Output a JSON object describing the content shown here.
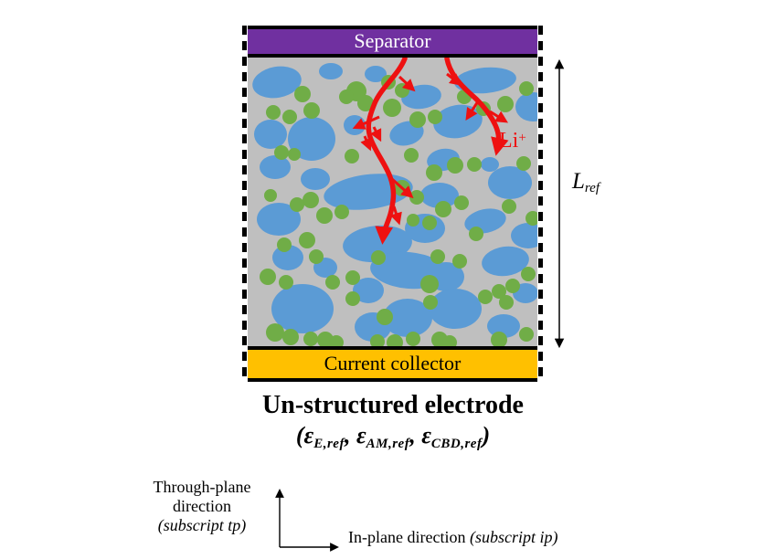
{
  "colors": {
    "separator_fill": "#7030A0",
    "collector_fill": "#FFC000",
    "electrolyte_fill": "#BFBFBF",
    "active_material": "#5B9BD5",
    "carbon_binder": "#70AD47",
    "ion_arrow": "#EE1111",
    "outline": "#000000"
  },
  "diagram": {
    "separator_label": "Separator",
    "collector_label": "Current collector",
    "ion_label": "Li",
    "ion_charge": "+",
    "length_symbol": "L",
    "length_subscript": "ref"
  },
  "caption": {
    "title": "Un-structured electrode",
    "formula": {
      "open": "(",
      "close": ")",
      "items": [
        {
          "symbol": "ε",
          "subscript": "E,ref",
          "trail": ", "
        },
        {
          "symbol": "ε",
          "subscript": "AM,ref",
          "trail": ", "
        },
        {
          "symbol": "ε",
          "subscript": "CBD,ref",
          "trail": ""
        }
      ]
    }
  },
  "axes": {
    "vertical_line1": "Through-plane",
    "vertical_line2": "direction",
    "vertical_line3": "(subscript tp)",
    "horizontal_text": "In-plane direction ",
    "horizontal_note": "(subscript ip)"
  },
  "figure": {
    "blue_particles": [
      [
        303,
        90,
        27,
        17,
        -10
      ],
      [
        362,
        78,
        13,
        9,
        0
      ],
      [
        411,
        81,
        12,
        9,
        0
      ],
      [
        531,
        88,
        34,
        14,
        -5
      ],
      [
        583,
        117,
        19,
        16,
        0
      ],
      [
        461,
        106,
        22,
        13,
        -8
      ],
      [
        341,
        152,
        26,
        24,
        0
      ],
      [
        296,
        147,
        18,
        16,
        0
      ],
      [
        501,
        133,
        27,
        18,
        -10
      ],
      [
        445,
        146,
        19,
        13,
        -15
      ],
      [
        388,
        137,
        12,
        11,
        0
      ],
      [
        301,
        183,
        17,
        13,
        0
      ],
      [
        345,
        196,
        16,
        12,
        0
      ],
      [
        403,
        210,
        49,
        19,
        -7
      ],
      [
        305,
        240,
        24,
        18,
        0
      ],
      [
        485,
        175,
        18,
        12,
        -10
      ],
      [
        558,
        200,
        24,
        18,
        0
      ],
      [
        481,
        214,
        21,
        14,
        0
      ],
      [
        413,
        267,
        38,
        20,
        -5
      ],
      [
        465,
        250,
        22,
        16,
        0
      ],
      [
        531,
        242,
        23,
        13,
        -12
      ],
      [
        578,
        258,
        19,
        14,
        0
      ],
      [
        536,
        180,
        10,
        8,
        0
      ],
      [
        315,
        282,
        17,
        14,
        0
      ],
      [
        356,
        293,
        13,
        11,
        0
      ],
      [
        447,
        296,
        42,
        20,
        5
      ],
      [
        488,
        303,
        20,
        16,
        0
      ],
      [
        331,
        338,
        34,
        27,
        0
      ],
      [
        403,
        318,
        17,
        14,
        0
      ],
      [
        408,
        358,
        20,
        16,
        0
      ],
      [
        446,
        348,
        27,
        21,
        0
      ],
      [
        498,
        338,
        29,
        22,
        0
      ],
      [
        553,
        286,
        26,
        16,
        -8
      ],
      [
        551,
        357,
        18,
        13,
        0
      ],
      [
        575,
        321,
        14,
        11,
        0
      ]
    ],
    "green_particles": [
      [
        331,
        103,
        9
      ],
      [
        299,
        123,
        8
      ],
      [
        341,
        121,
        9
      ],
      [
        390,
        100,
        11
      ],
      [
        400,
        113,
        9
      ],
      [
        379,
        106,
        8
      ],
      [
        425,
        90,
        8
      ],
      [
        429,
        118,
        10
      ],
      [
        457,
        131,
        9
      ],
      [
        476,
        128,
        8
      ],
      [
        508,
        106,
        8
      ],
      [
        529,
        119,
        8
      ],
      [
        553,
        114,
        9
      ],
      [
        576,
        97,
        8
      ],
      [
        440,
        99,
        8
      ],
      [
        317,
        128,
        8
      ],
      [
        308,
        167,
        8
      ],
      [
        322,
        169,
        7
      ],
      [
        385,
        171,
        8
      ],
      [
        450,
        170,
        8
      ],
      [
        475,
        189,
        9
      ],
      [
        498,
        181,
        9
      ],
      [
        519,
        180,
        8
      ],
      [
        573,
        179,
        8
      ],
      [
        440,
        206,
        9
      ],
      [
        456,
        216,
        8
      ],
      [
        340,
        219,
        9
      ],
      [
        325,
        224,
        8
      ],
      [
        296,
        214,
        7
      ],
      [
        355,
        236,
        9
      ],
      [
        374,
        232,
        8
      ],
      [
        485,
        229,
        9
      ],
      [
        505,
        222,
        8
      ],
      [
        470,
        244,
        8
      ],
      [
        452,
        241,
        7
      ],
      [
        521,
        256,
        8
      ],
      [
        557,
        226,
        8
      ],
      [
        583,
        239,
        8
      ],
      [
        336,
        263,
        9
      ],
      [
        311,
        268,
        8
      ],
      [
        293,
        303,
        9
      ],
      [
        313,
        309,
        8
      ],
      [
        346,
        281,
        8
      ],
      [
        364,
        309,
        8
      ],
      [
        386,
        304,
        8
      ],
      [
        386,
        327,
        8
      ],
      [
        414,
        282,
        8
      ],
      [
        421,
        347,
        9
      ],
      [
        470,
        311,
        10
      ],
      [
        471,
        331,
        8
      ],
      [
        479,
        281,
        8
      ],
      [
        503,
        286,
        8
      ],
      [
        531,
        325,
        8
      ],
      [
        546,
        319,
        8
      ],
      [
        554,
        331,
        8
      ],
      [
        561,
        313,
        8
      ],
      [
        578,
        300,
        8
      ],
      [
        301,
        364,
        10
      ],
      [
        318,
        369,
        9
      ],
      [
        340,
        371,
        8
      ],
      [
        356,
        372,
        9
      ],
      [
        368,
        375,
        8
      ],
      [
        413,
        374,
        8
      ],
      [
        432,
        375,
        9
      ],
      [
        452,
        371,
        8
      ],
      [
        481,
        372,
        9
      ],
      [
        492,
        375,
        8
      ],
      [
        546,
        372,
        9
      ],
      [
        576,
        366,
        8
      ]
    ],
    "ion_paths": [
      "M 443 64 C 436 82 417 96 410 113 C 403 130 401 140 406 153 C 412 168 422 180 427 194 C 432 208 431 218 428 231 C 425 244 420 250 419 261",
      "M 489 64 C 492 80 503 92 514 102 C 527 113 536 124 542 137 C 547 148 546 155 544 164"
    ],
    "branch_arrows": [
      "M 437 84 L 451 97",
      "M 415 128 L 390 139",
      "M 409 139 L 415 151",
      "M 399 149 L 404 161",
      "M 429 196 L 449 214",
      "M 431 226 L 436 242",
      "M 489 81 L 502 91",
      "M 523 111 L 512 128",
      "M 536 122 L 552 132"
    ]
  }
}
